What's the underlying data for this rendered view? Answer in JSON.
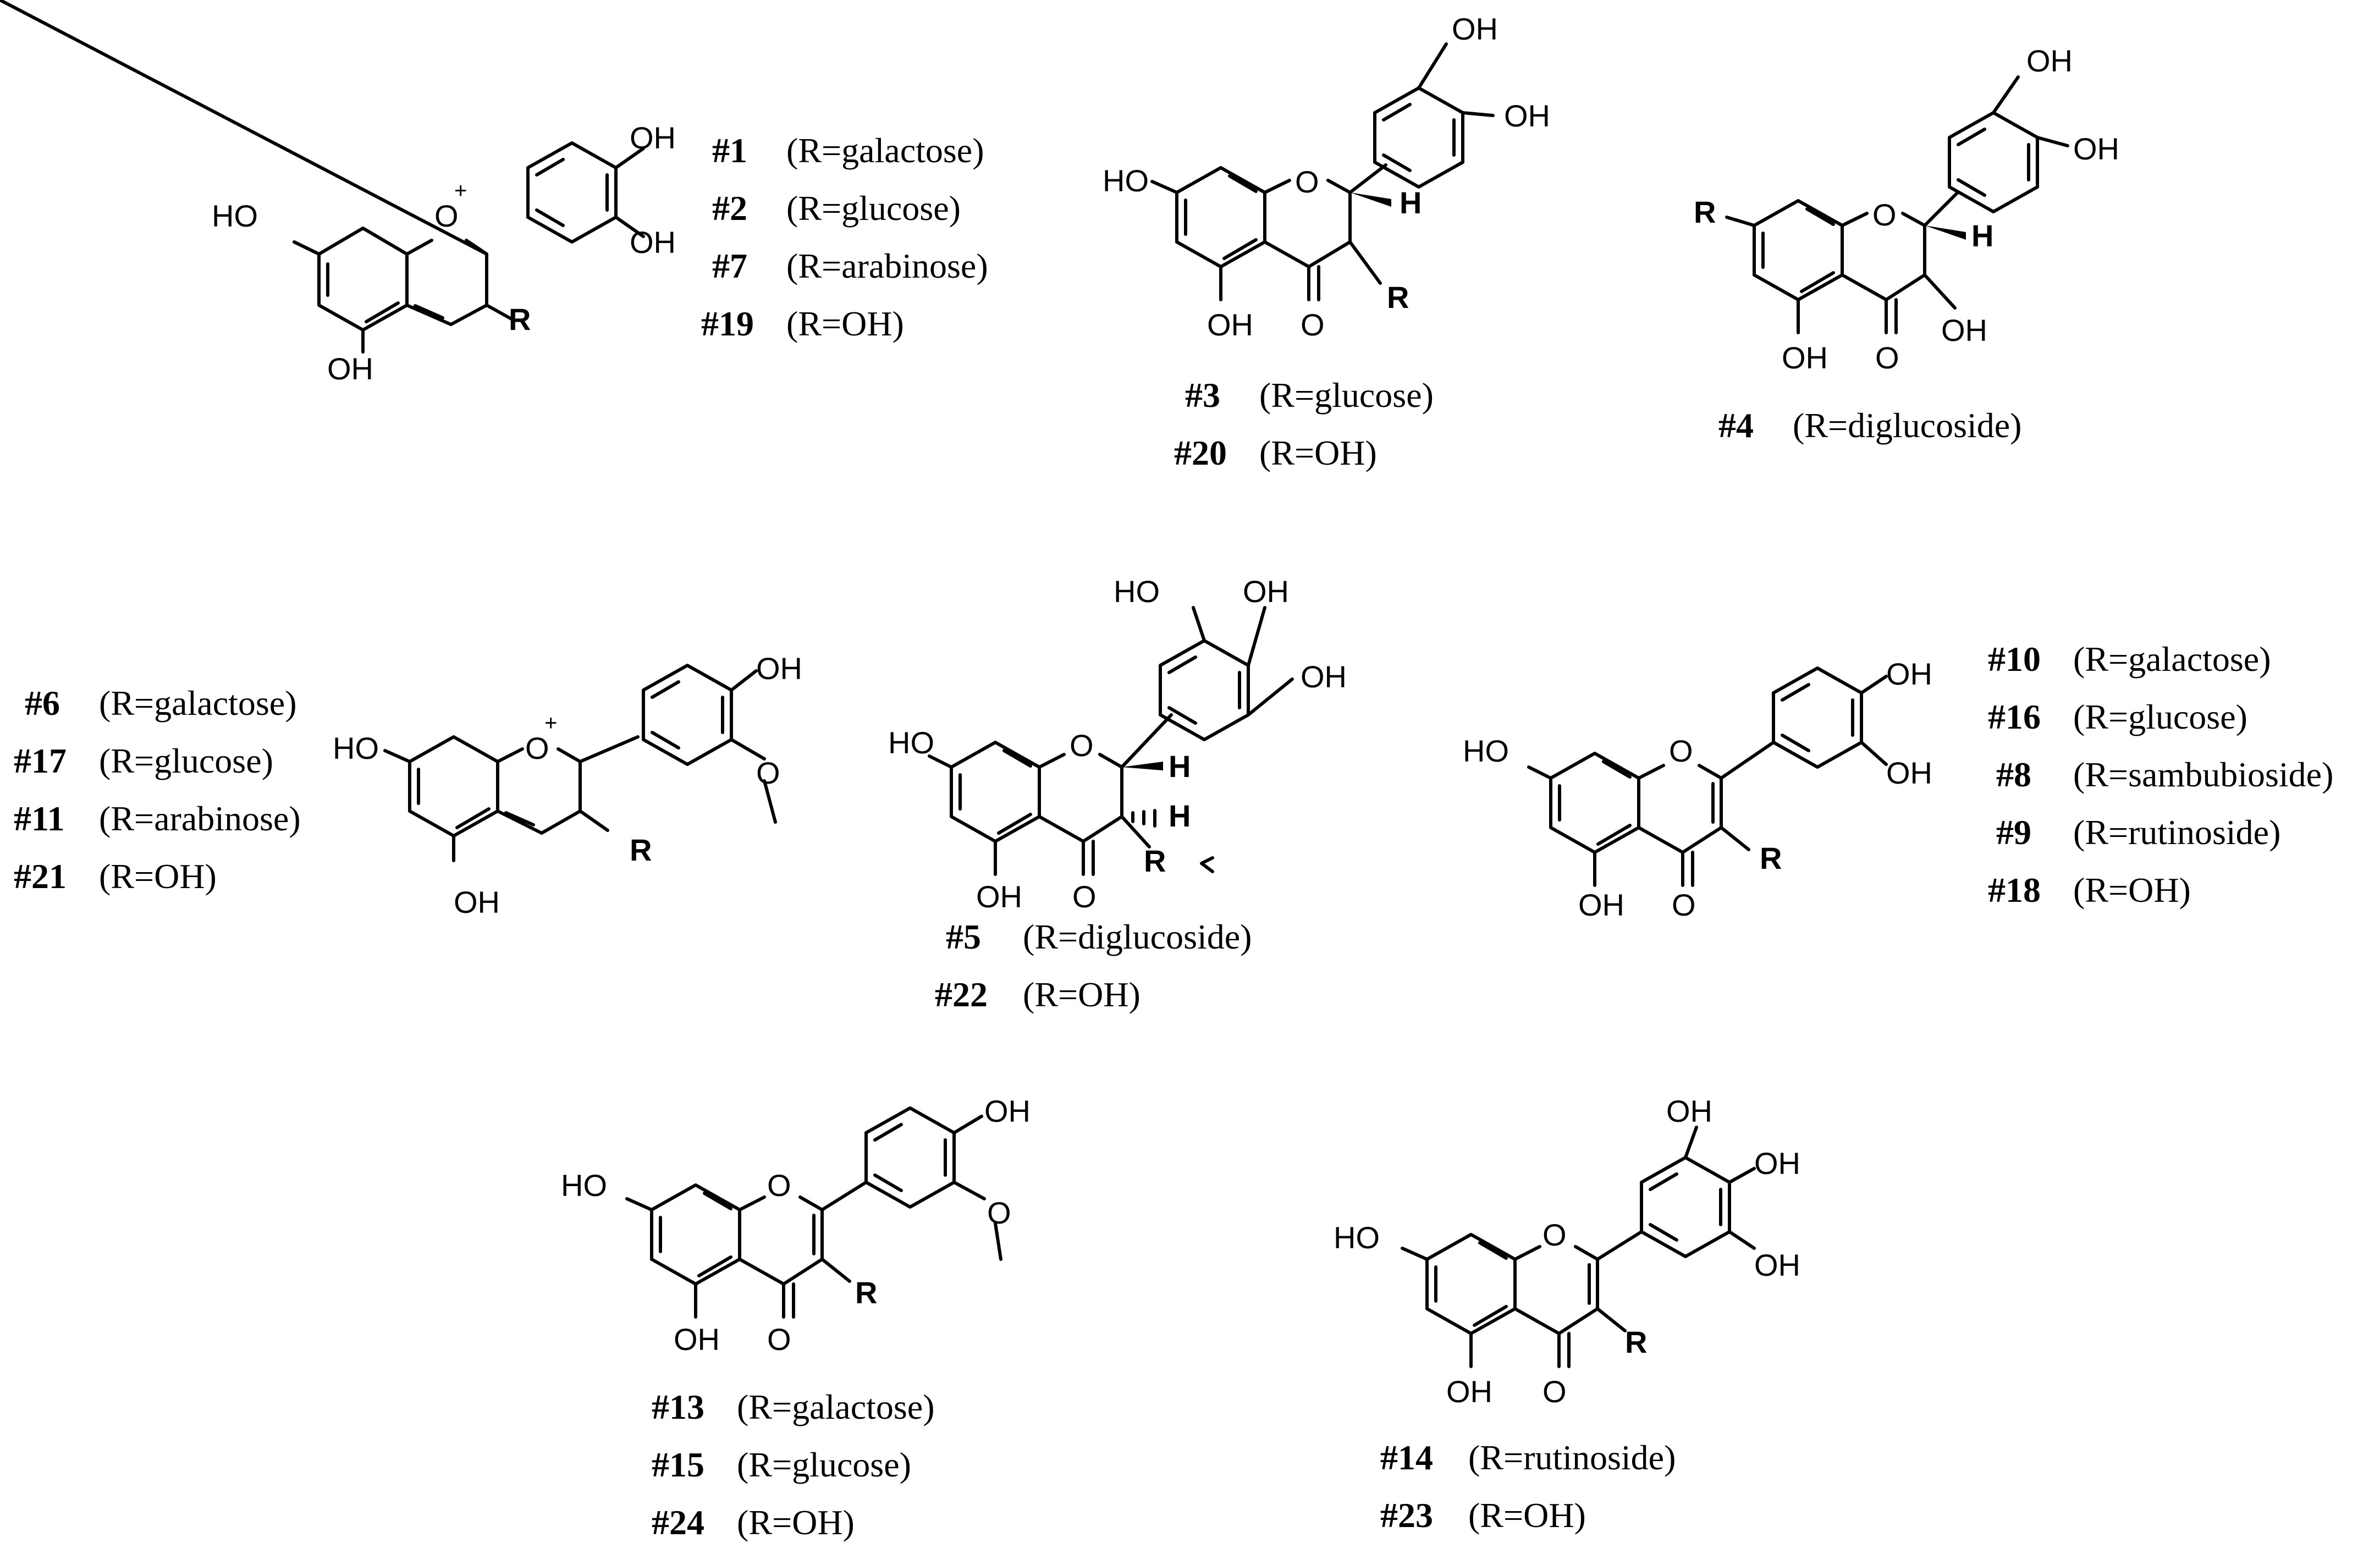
{
  "atoms": {
    "oh": "OH",
    "ho": "HO",
    "o": "O",
    "h": "H",
    "r": "R",
    "plus": "+"
  },
  "structures": [
    {
      "labels": [
        {
          "num": "#1",
          "text": "(R=galactose)"
        },
        {
          "num": "#2",
          "text": "(R=glucose)"
        },
        {
          "num": "#7",
          "text": "(R=arabinose)"
        },
        {
          "num": "#19",
          "text": "(R=OH)"
        }
      ]
    },
    {
      "labels": [
        {
          "num": "#3",
          "text": "(R=glucose)"
        },
        {
          "num": "#20",
          "text": "(R=OH)"
        }
      ]
    },
    {
      "labels": [
        {
          "num": "#4",
          "text": "(R=diglucoside)"
        }
      ]
    },
    {
      "labels": [
        {
          "num": "#6",
          "text": "(R=galactose)"
        },
        {
          "num": "#17",
          "text": "(R=glucose)"
        },
        {
          "num": "#11",
          "text": "(R=arabinose)"
        },
        {
          "num": "#21",
          "text": "(R=OH)"
        }
      ]
    },
    {
      "labels": [
        {
          "num": "#5",
          "text": "(R=diglucoside)"
        },
        {
          "num": "#22",
          "text": "(R=OH)"
        }
      ]
    },
    {
      "labels": [
        {
          "num": "#10",
          "text": "(R=galactose)"
        },
        {
          "num": "#16",
          "text": "(R=glucose)"
        },
        {
          "num": "#8",
          "text": "(R=sambubioside)"
        },
        {
          "num": "#9",
          "text": "(R=rutinoside)"
        },
        {
          "num": "#18",
          "text": "(R=OH)"
        }
      ]
    },
    {
      "labels": [
        {
          "num": "#13",
          "text": "(R=galactose)"
        },
        {
          "num": "#15",
          "text": "(R=glucose)"
        },
        {
          "num": "#24",
          "text": "(R=OH)"
        }
      ]
    },
    {
      "labels": [
        {
          "num": "#14",
          "text": "(R=rutinoside)"
        },
        {
          "num": "#23",
          "text": "(R=OH)"
        }
      ]
    }
  ]
}
